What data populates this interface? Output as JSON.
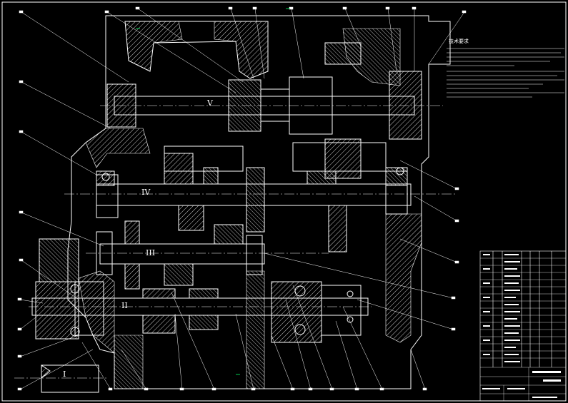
{
  "drawing": {
    "shaft_labels": [
      "I",
      "II",
      "III",
      "IV",
      "V"
    ],
    "tech_requirements_title": "技术要求",
    "colors": {
      "background": "#000000",
      "outline": "#ffffff",
      "centerline": "#ffffff",
      "hatch": "#ffffff",
      "accent_green": "#00ff66"
    }
  }
}
